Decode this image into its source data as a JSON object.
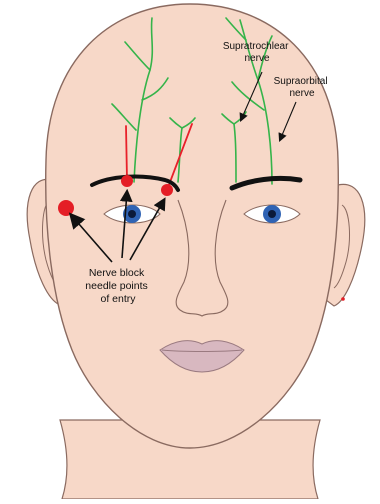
{
  "labels": {
    "supratrochlear": [
      "Supratrochlear",
      "nerve"
    ],
    "supraorbital": [
      "Supraorbital",
      "nerve"
    ],
    "entry": [
      "Nerve block",
      "needle points",
      "of entry"
    ]
  },
  "colors": {
    "skin": "#f7d8c8",
    "skin_outline": "#8a6a60",
    "nerve": "#35b44a",
    "needle": "#e8202a",
    "entry_point": "#e41e26",
    "brow": "#111111",
    "iris": "#2f63b4",
    "pupil": "#0b1a3a",
    "lips": "#d8b8c0",
    "pointer": "#111111"
  }
}
